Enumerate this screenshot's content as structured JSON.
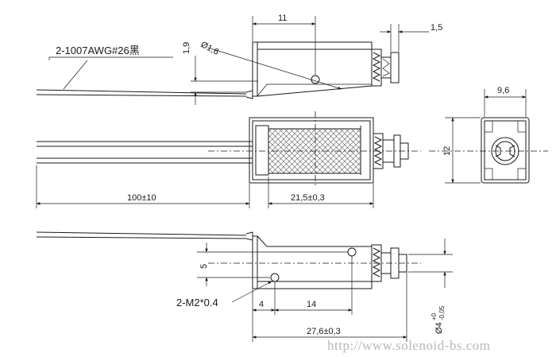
{
  "labels": {
    "wire": "2-1007AWG#26黑",
    "hole_dia": "Ø1,6",
    "offset": "1,9",
    "dim_top_11": "11",
    "dim_top_1_5": "1,5",
    "dim_side_9_6": "9,6",
    "dim_side_12": "12",
    "dim_wire_length": "100±10",
    "dim_coil": "21,5±0,3",
    "dim_5": "5",
    "screw": "2-M2*0.4",
    "dim_4": "4",
    "dim_14": "14",
    "dim_total": "27,6±0,3",
    "dim_plunger": "Ø4",
    "tol_plus": "+0",
    "tol_minus": "-0,05"
  },
  "watermark": "http://www.solenoid-bs.com"
}
